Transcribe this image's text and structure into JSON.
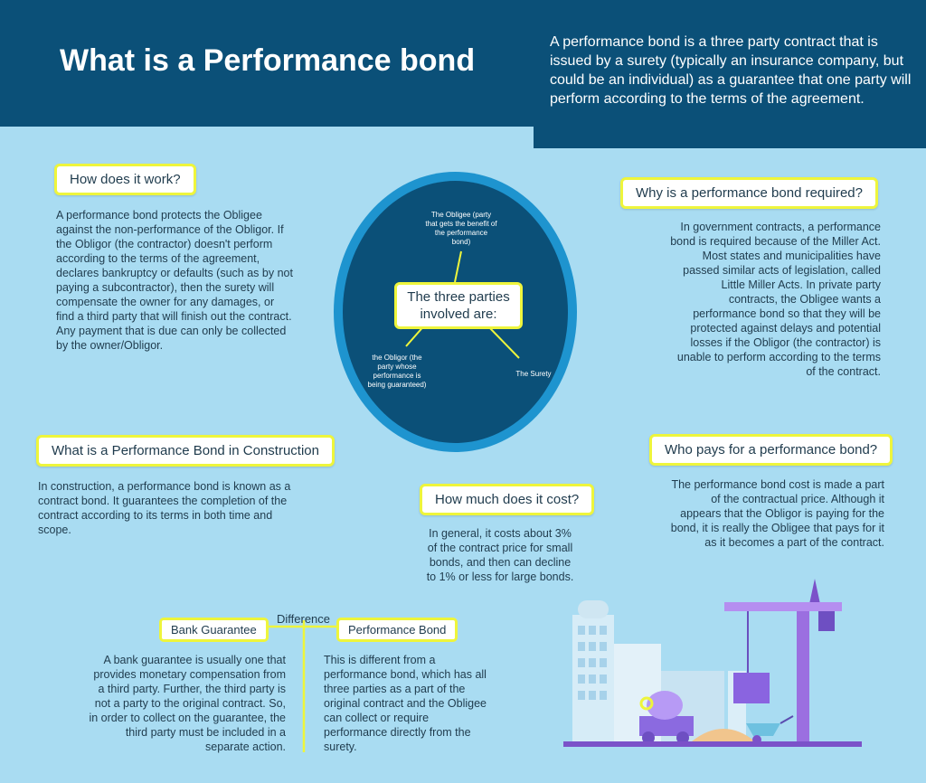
{
  "header": {
    "title": "What is a Performance bond",
    "intro": "A performance bond is a three party contract that is issued by a surety (typically an insurance company, but could be an individual) as a guarantee that one party will perform according to the terms of the agreement."
  },
  "how_it_works": {
    "heading": "How does it work?",
    "body": "A performance bond protects the Obligee against the non-performance of the Obligor. If the Obligor (the contractor) doesn't perform according to the terms of the agreement, declares bankruptcy or defaults (such as by not paying a subcontractor), then the surety will compensate the owner for any damages, or find a third party that will finish out the contract. Any payment that is due can only be collected by the owner/Obligor."
  },
  "parties": {
    "center": "The three parties involved are:",
    "obligee": "The Obligee (party that gets the benefit of the performance bond)",
    "obligor": "the Obligor (the party whose performance is being guaranteed)",
    "surety": "The Surety"
  },
  "why_required": {
    "heading": "Why is a performance bond required?",
    "body": "In government contracts, a performance bond is required because of the Miller Act.  Most states and municipalities have passed similar acts of legislation, called Little Miller Acts. In private party contracts, the Obligee wants a performance bond so that they will be protected against delays and potential losses if the Obligor (the contractor) is unable to perform according to the terms of the contract."
  },
  "construction": {
    "heading": "What is a Performance Bond in Construction",
    "body": "In construction, a performance bond is known as a contract bond. It guarantees the completion of the contract according to its terms in both time and scope."
  },
  "cost": {
    "heading": "How much does it cost?",
    "body": "In general, it costs about 3% of the contract price for small bonds, and then can decline to 1% or less for large bonds."
  },
  "who_pays": {
    "heading": "Who pays for a performance bond?",
    "body": "The performance bond cost is made a part of the contractual price.  Although it appears that the Obligor is paying for the bond, it is really the Obligee that pays for it as it becomes a part of the contract."
  },
  "difference": {
    "label": "Difference",
    "bank_label": "Bank Guarantee",
    "bank_body": "A bank guarantee is usually one that provides monetary compensation from a third party.  Further, the third party is not a party to the original contract. So, in order to collect on the guarantee, the third party must be included in a separate action.",
    "perf_label": "Performance Bond",
    "perf_body": "This is different from a performance bond, which has all three parties as a part of the original contract and the Obligee can collect or require performance directly from the surety."
  },
  "colors": {
    "header": "#0b5078",
    "background": "#a9dcf2",
    "accent": "#eef53c",
    "ring": "#1e94cf"
  },
  "illustration": {
    "name": "construction-site-illustration"
  }
}
